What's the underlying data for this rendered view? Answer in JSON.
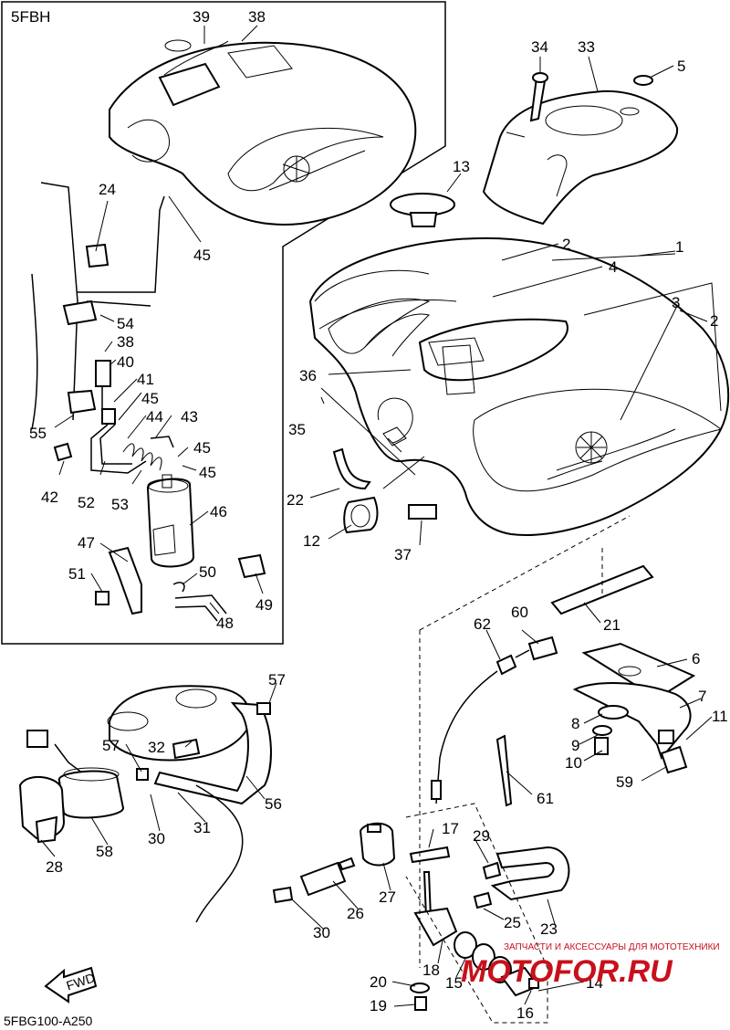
{
  "inset_label": "5FBH",
  "diagram_code": "5FBG100-A250",
  "fwd_label": "FWD",
  "watermark": {
    "small_text": "ЗАПЧАСТИ И АКСЕССУАРЫ ДЛЯ МОТОТЕХНИКИ",
    "big_text": "MOTOFOR.RU"
  },
  "callouts": [
    {
      "id": "c39",
      "text": "39"
    },
    {
      "id": "c38a",
      "text": "38"
    },
    {
      "id": "c24",
      "text": "24"
    },
    {
      "id": "c45a",
      "text": "45"
    },
    {
      "id": "c54",
      "text": "54"
    },
    {
      "id": "c38b",
      "text": "38"
    },
    {
      "id": "c40",
      "text": "40"
    },
    {
      "id": "c41",
      "text": "41"
    },
    {
      "id": "c45b",
      "text": "45"
    },
    {
      "id": "c44",
      "text": "44"
    },
    {
      "id": "c43",
      "text": "43"
    },
    {
      "id": "c55",
      "text": "55"
    },
    {
      "id": "c45c",
      "text": "45"
    },
    {
      "id": "c45d",
      "text": "45"
    },
    {
      "id": "c42",
      "text": "42"
    },
    {
      "id": "c52",
      "text": "52"
    },
    {
      "id": "c53",
      "text": "53"
    },
    {
      "id": "c46",
      "text": "46"
    },
    {
      "id": "c47",
      "text": "47"
    },
    {
      "id": "c51",
      "text": "51"
    },
    {
      "id": "c50",
      "text": "50"
    },
    {
      "id": "c49",
      "text": "49"
    },
    {
      "id": "c48",
      "text": "48"
    },
    {
      "id": "c34",
      "text": "34"
    },
    {
      "id": "c33",
      "text": "33"
    },
    {
      "id": "c5",
      "text": "5"
    },
    {
      "id": "c13",
      "text": "13"
    },
    {
      "id": "c2a",
      "text": "2"
    },
    {
      "id": "c1",
      "text": "1"
    },
    {
      "id": "c4",
      "text": "4"
    },
    {
      "id": "c3",
      "text": "3"
    },
    {
      "id": "c2b",
      "text": "2"
    },
    {
      "id": "c36",
      "text": "36"
    },
    {
      "id": "c35",
      "text": "35"
    },
    {
      "id": "c22",
      "text": "22"
    },
    {
      "id": "c12",
      "text": "12"
    },
    {
      "id": "c37",
      "text": "37"
    },
    {
      "id": "c21",
      "text": "21"
    },
    {
      "id": "c62",
      "text": "62"
    },
    {
      "id": "c60",
      "text": "60"
    },
    {
      "id": "c6",
      "text": "6"
    },
    {
      "id": "c7",
      "text": "7"
    },
    {
      "id": "c8",
      "text": "8"
    },
    {
      "id": "c11",
      "text": "11"
    },
    {
      "id": "c9",
      "text": "9"
    },
    {
      "id": "c10",
      "text": "10"
    },
    {
      "id": "c59",
      "text": "59"
    },
    {
      "id": "c61",
      "text": "61"
    },
    {
      "id": "c57a",
      "text": "57"
    },
    {
      "id": "c57b",
      "text": "57"
    },
    {
      "id": "c32",
      "text": "32"
    },
    {
      "id": "c56",
      "text": "56"
    },
    {
      "id": "c28",
      "text": "28"
    },
    {
      "id": "c58",
      "text": "58"
    },
    {
      "id": "c30a",
      "text": "30"
    },
    {
      "id": "c31",
      "text": "31"
    },
    {
      "id": "c17",
      "text": "17"
    },
    {
      "id": "c29",
      "text": "29"
    },
    {
      "id": "c27",
      "text": "27"
    },
    {
      "id": "c26",
      "text": "26"
    },
    {
      "id": "c25",
      "text": "25"
    },
    {
      "id": "c23",
      "text": "23"
    },
    {
      "id": "c30b",
      "text": "30"
    },
    {
      "id": "c18",
      "text": "18"
    },
    {
      "id": "c15",
      "text": "15"
    },
    {
      "id": "c14",
      "text": "14"
    },
    {
      "id": "c20",
      "text": "20"
    },
    {
      "id": "c19",
      "text": "19"
    },
    {
      "id": "c16",
      "text": "16"
    }
  ]
}
